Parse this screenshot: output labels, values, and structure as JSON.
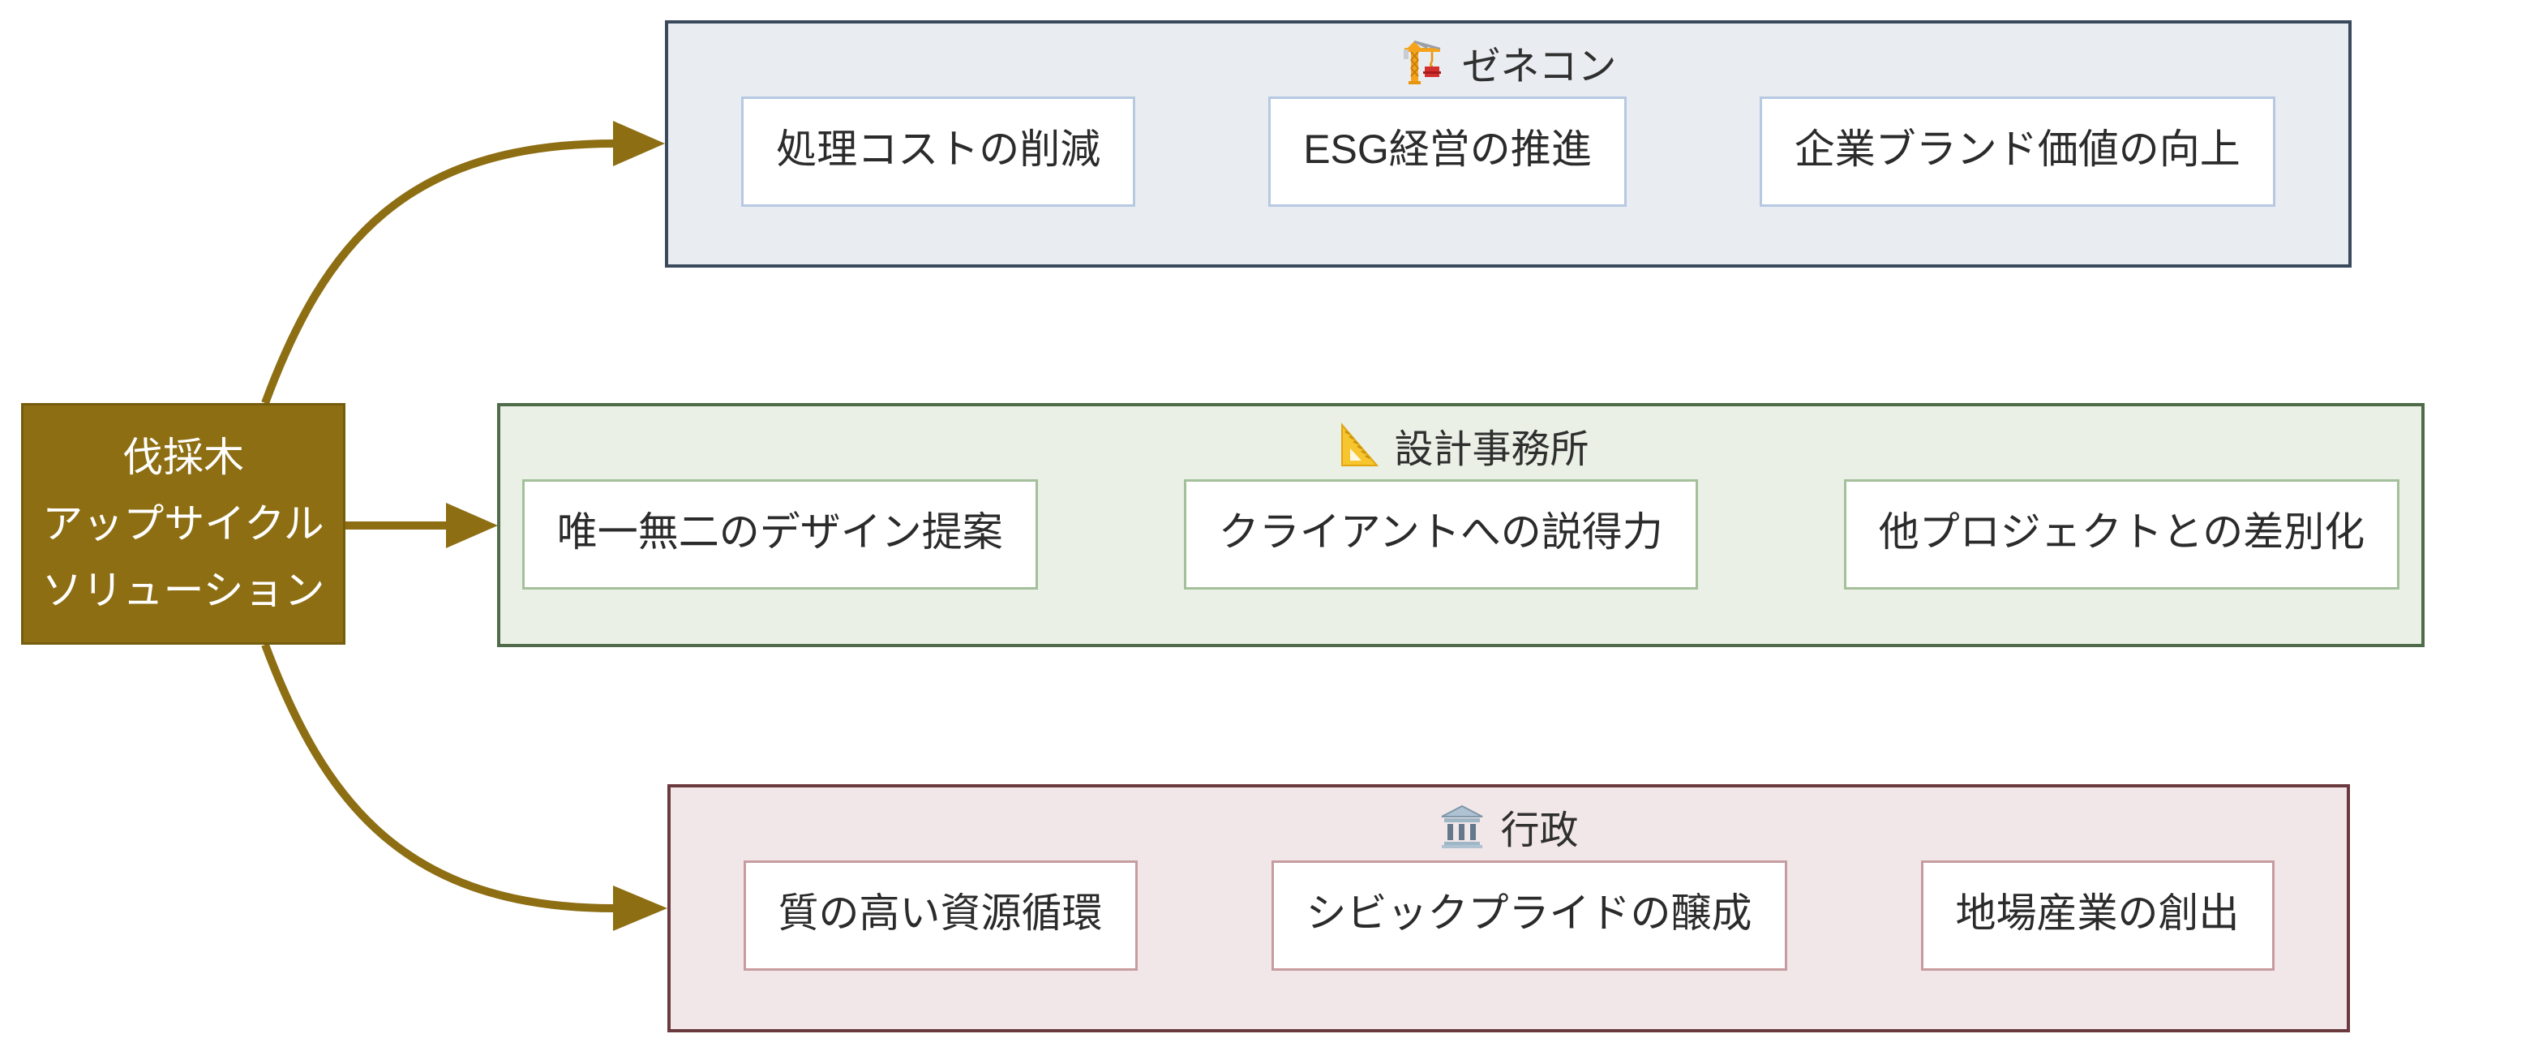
{
  "root": {
    "label_lines": [
      "伐採木",
      "アップサイクル",
      "ソリューション"
    ],
    "fill_color": "#8D6E13",
    "text_color": "#FFFFFF"
  },
  "connector_color": "#8D6E13",
  "groups": [
    {
      "icon": "crane-icon",
      "label": "ゼネコン",
      "items": [
        "処理コストの削減",
        "ESG経営の推進",
        "企業ブランド価値の向上"
      ],
      "colors": {
        "bg": "#E9EDF2",
        "border": "#3A4A5C",
        "item_border": "#B7C9E2"
      }
    },
    {
      "icon": "triangular-ruler-icon",
      "label": "設計事務所",
      "items": [
        "唯一無二のデザイン提案",
        "クライアントへの説得力",
        "他プロジェクトとの差別化"
      ],
      "colors": {
        "bg": "#EAF0E6",
        "border": "#4F6B4A",
        "item_border": "#A3C09A"
      }
    },
    {
      "icon": "classical-building-icon",
      "label": "行政",
      "items": [
        "質の高い資源循環",
        "シビックプライドの醸成",
        "地場産業の創出"
      ],
      "colors": {
        "bg": "#F2E7E8",
        "border": "#6B3A3E",
        "item_border": "#C79CA0"
      }
    }
  ]
}
